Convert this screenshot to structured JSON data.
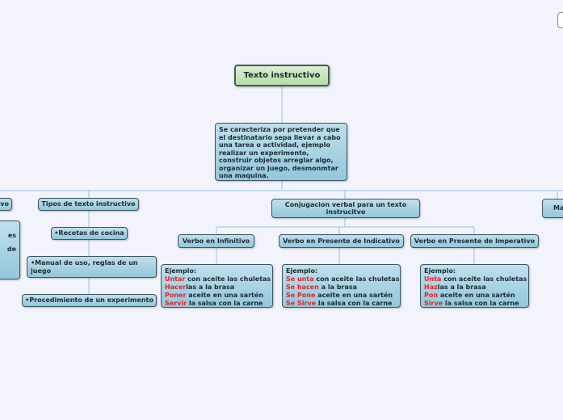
{
  "root": "Texto instructivo",
  "description": "Se caracteriza por pretender que el destinatario sepa llevar a cabo una tarea o actividad, ejemplo realizar un experimento, construir objetos arreglar algo, organizar un juego, desmonmtar una maquina.",
  "left_partial": {
    "label": "vo",
    "box_lines": [
      "es",
      "de"
    ]
  },
  "right_partial": "Ma",
  "tipos": {
    "title": "Tipos de texto instructivo",
    "items": [
      "•Recetas de cocina",
      "•Manual de uso, reglas de un juego",
      "•Procedimiento de un experimento"
    ]
  },
  "conjugacion": {
    "title": "Conjugacion verbal para un texto instrucitvo",
    "branches": [
      {
        "title": "Verbo en Infinitivo",
        "example_label": "Ejemplo:",
        "lines": [
          {
            "verb": "Untar",
            "rest": " con aceite las chuletas"
          },
          {
            "verb": "Hacer",
            "rest": "las a la brasa"
          },
          {
            "verb": "Poner",
            "rest": " aceite en una sartén"
          },
          {
            "verb": "Servir",
            "rest": " la salsa con la carne"
          }
        ]
      },
      {
        "title": "Verbo en Presente de Indicativo",
        "example_label": "Ejemplo:",
        "lines": [
          {
            "verb": "Se unta",
            "rest": " con aceite las chuletas"
          },
          {
            "verb": "Se hacen",
            "rest": " a la brasa"
          },
          {
            "verb": "Se Pone",
            "rest": " aceite en una sartén"
          },
          {
            "verb": "Se Sirve",
            "rest": " la salsa con la carne"
          }
        ]
      },
      {
        "title": "Verbo en Presente de Imperativo",
        "example_label": "Ejemplo:",
        "lines": [
          {
            "verb": "Unta",
            "rest": " con aceite las chuletas"
          },
          {
            "verb": "Haz",
            "rest": "las a la brasa"
          },
          {
            "verb": "Pon",
            "rest": " aceite en una sartén"
          },
          {
            "verb": "Sirve",
            "rest": " la salsa con la carne"
          }
        ]
      }
    ]
  },
  "colors": {
    "line": "#8fc6e0",
    "node": "#a9d4e4",
    "root": "#c8e6bd",
    "verb": "#e0262b"
  }
}
